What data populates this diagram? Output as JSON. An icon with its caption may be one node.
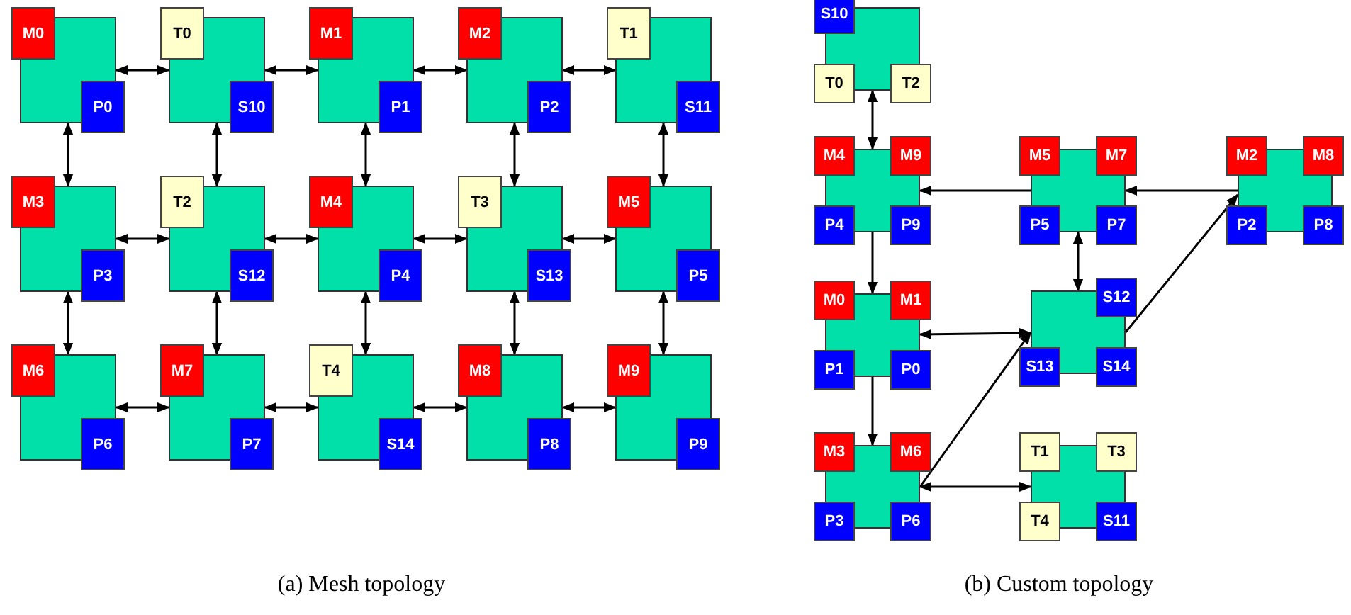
{
  "diagram": {
    "nodes": [
      {
        "text": [],
        "shape": "box"
      },
      {
        "text": [
          "M0"
        ]
      },
      {
        "text": [
          "P0"
        ]
      },
      {
        "text": [],
        "shape": "box"
      },
      {
        "text": [
          "T0"
        ]
      },
      {
        "text": [
          "S10"
        ]
      },
      {
        "text": [],
        "shape": "box"
      },
      {
        "text": [
          "M1"
        ]
      },
      {
        "text": [
          "P1"
        ]
      },
      {
        "text": [],
        "shape": "box"
      },
      {
        "text": [
          "M2"
        ]
      },
      {
        "text": [
          "P2"
        ]
      },
      {
        "text": [],
        "shape": "box"
      },
      {
        "text": [
          "T1"
        ]
      },
      {
        "text": [
          "S11"
        ]
      },
      {
        "text": [],
        "shape": "box"
      },
      {
        "text": [
          "M3"
        ]
      },
      {
        "text": [
          "P3"
        ]
      },
      {
        "text": [],
        "shape": "box"
      },
      {
        "text": [
          "T2"
        ]
      },
      {
        "text": [
          "S12"
        ]
      },
      {
        "text": [],
        "shape": "box"
      },
      {
        "text": [
          "M4"
        ]
      },
      {
        "text": [
          "P4"
        ]
      },
      {
        "text": [],
        "shape": "box"
      },
      {
        "text": [
          "T3"
        ]
      },
      {
        "text": [
          "S13"
        ]
      },
      {
        "text": [],
        "shape": "box"
      },
      {
        "text": [
          "M5"
        ]
      },
      {
        "text": [
          "P5"
        ]
      },
      {
        "text": [],
        "shape": "box"
      },
      {
        "text": [
          "M6"
        ]
      },
      {
        "text": [
          "P6"
        ]
      },
      {
        "text": [],
        "shape": "box"
      },
      {
        "text": [
          "M7"
        ]
      },
      {
        "text": [
          "P7"
        ]
      },
      {
        "text": [],
        "shape": "box"
      },
      {
        "text": [
          "T4"
        ]
      },
      {
        "text": [
          "S14"
        ]
      },
      {
        "text": [],
        "shape": "box"
      },
      {
        "text": [
          "M8"
        ]
      },
      {
        "text": [
          "P8"
        ]
      },
      {
        "text": [],
        "shape": "box"
      },
      {
        "text": [
          "M9"
        ]
      },
      {
        "text": [
          "P9"
        ]
      },
      {
        "text": [],
        "shape": "box"
      },
      {
        "text": [
          "S10"
        ]
      },
      {
        "text": [
          "T0"
        ]
      },
      {
        "text": [
          "T2"
        ]
      },
      {
        "text": [],
        "shape": "box"
      },
      {
        "text": [
          "M4"
        ]
      },
      {
        "text": [
          "M9"
        ]
      },
      {
        "text": [
          "P4"
        ]
      },
      {
        "text": [
          "P9"
        ]
      },
      {
        "text": [],
        "shape": "box"
      },
      {
        "text": [
          "M5"
        ]
      },
      {
        "text": [
          "M7"
        ]
      },
      {
        "text": [
          "P5"
        ]
      },
      {
        "text": [
          "P7"
        ]
      },
      {
        "text": [],
        "shape": "box"
      },
      {
        "text": [
          "M2"
        ]
      },
      {
        "text": [
          "M8"
        ]
      },
      {
        "text": [
          "P2"
        ]
      },
      {
        "text": [
          "P8"
        ]
      },
      {
        "text": [],
        "shape": "box"
      },
      {
        "text": [
          "M0"
        ]
      },
      {
        "text": [
          "M1"
        ]
      },
      {
        "text": [
          "P1"
        ]
      },
      {
        "text": [
          "P0"
        ]
      },
      {
        "text": [],
        "shape": "box"
      },
      {
        "text": [
          "S12"
        ]
      },
      {
        "text": [
          "S13"
        ]
      },
      {
        "text": [
          "S14"
        ]
      },
      {
        "text": [],
        "shape": "box"
      },
      {
        "text": [
          "M3"
        ]
      },
      {
        "text": [
          "M6"
        ]
      },
      {
        "text": [
          "P3"
        ]
      },
      {
        "text": [
          "P6"
        ]
      },
      {
        "text": [],
        "shape": "box"
      },
      {
        "text": [
          "T1"
        ]
      },
      {
        "text": [
          "T3"
        ]
      },
      {
        "text": [
          "T4"
        ]
      },
      {
        "text": [
          "S11"
        ]
      }
    ],
    "edges": [
      {
        "from": 0,
        "to": 3,
        "arrow": "both"
      },
      {
        "from": 3,
        "to": 6,
        "arrow": "both"
      },
      {
        "from": 6,
        "to": 9,
        "arrow": "both"
      },
      {
        "from": 9,
        "to": 12,
        "arrow": "both"
      },
      {
        "from": 0,
        "to": 15,
        "arrow": "both"
      },
      {
        "from": 3,
        "to": 18,
        "arrow": "both"
      },
      {
        "from": 6,
        "to": 21,
        "arrow": "both"
      },
      {
        "from": 9,
        "to": 24,
        "arrow": "both"
      },
      {
        "from": 12,
        "to": 27,
        "arrow": "both"
      },
      {
        "from": 15,
        "to": 18,
        "arrow": "both"
      },
      {
        "from": 18,
        "to": 21,
        "arrow": "both"
      },
      {
        "from": 21,
        "to": 24,
        "arrow": "both"
      },
      {
        "from": 24,
        "to": 27,
        "arrow": "both"
      },
      {
        "from": 15,
        "to": 30,
        "arrow": "both"
      },
      {
        "from": 18,
        "to": 33,
        "arrow": "both"
      },
      {
        "from": 21,
        "to": 36,
        "arrow": "both"
      },
      {
        "from": 24,
        "to": 39,
        "arrow": "both"
      },
      {
        "from": 27,
        "to": 42,
        "arrow": "both"
      },
      {
        "from": 30,
        "to": 33,
        "arrow": "both"
      },
      {
        "from": 33,
        "to": 36,
        "arrow": "both"
      },
      {
        "from": 36,
        "to": 39,
        "arrow": "both"
      },
      {
        "from": 39,
        "to": 42,
        "arrow": "both"
      },
      {
        "from": 45,
        "to": 49,
        "arrow": "both"
      },
      {
        "from": 54,
        "to": 49,
        "arrow": "to"
      },
      {
        "from": 59,
        "to": 54,
        "arrow": "to"
      },
      {
        "from": 54,
        "to": 69,
        "arrow": "both"
      },
      {
        "from": 49,
        "to": 64,
        "arrow": "to"
      },
      {
        "from": 64,
        "to": 69,
        "arrow": "both"
      },
      {
        "from": 69,
        "to": 59,
        "arrow": "to"
      },
      {
        "from": 64,
        "to": 73,
        "arrow": "to"
      },
      {
        "from": 73,
        "to": 69,
        "arrow": "to"
      },
      {
        "from": 73,
        "to": 78,
        "arrow": "both"
      }
    ],
    "labels": [
      "(a) Mesh topology",
      "(b) Custom topology"
    ]
  }
}
